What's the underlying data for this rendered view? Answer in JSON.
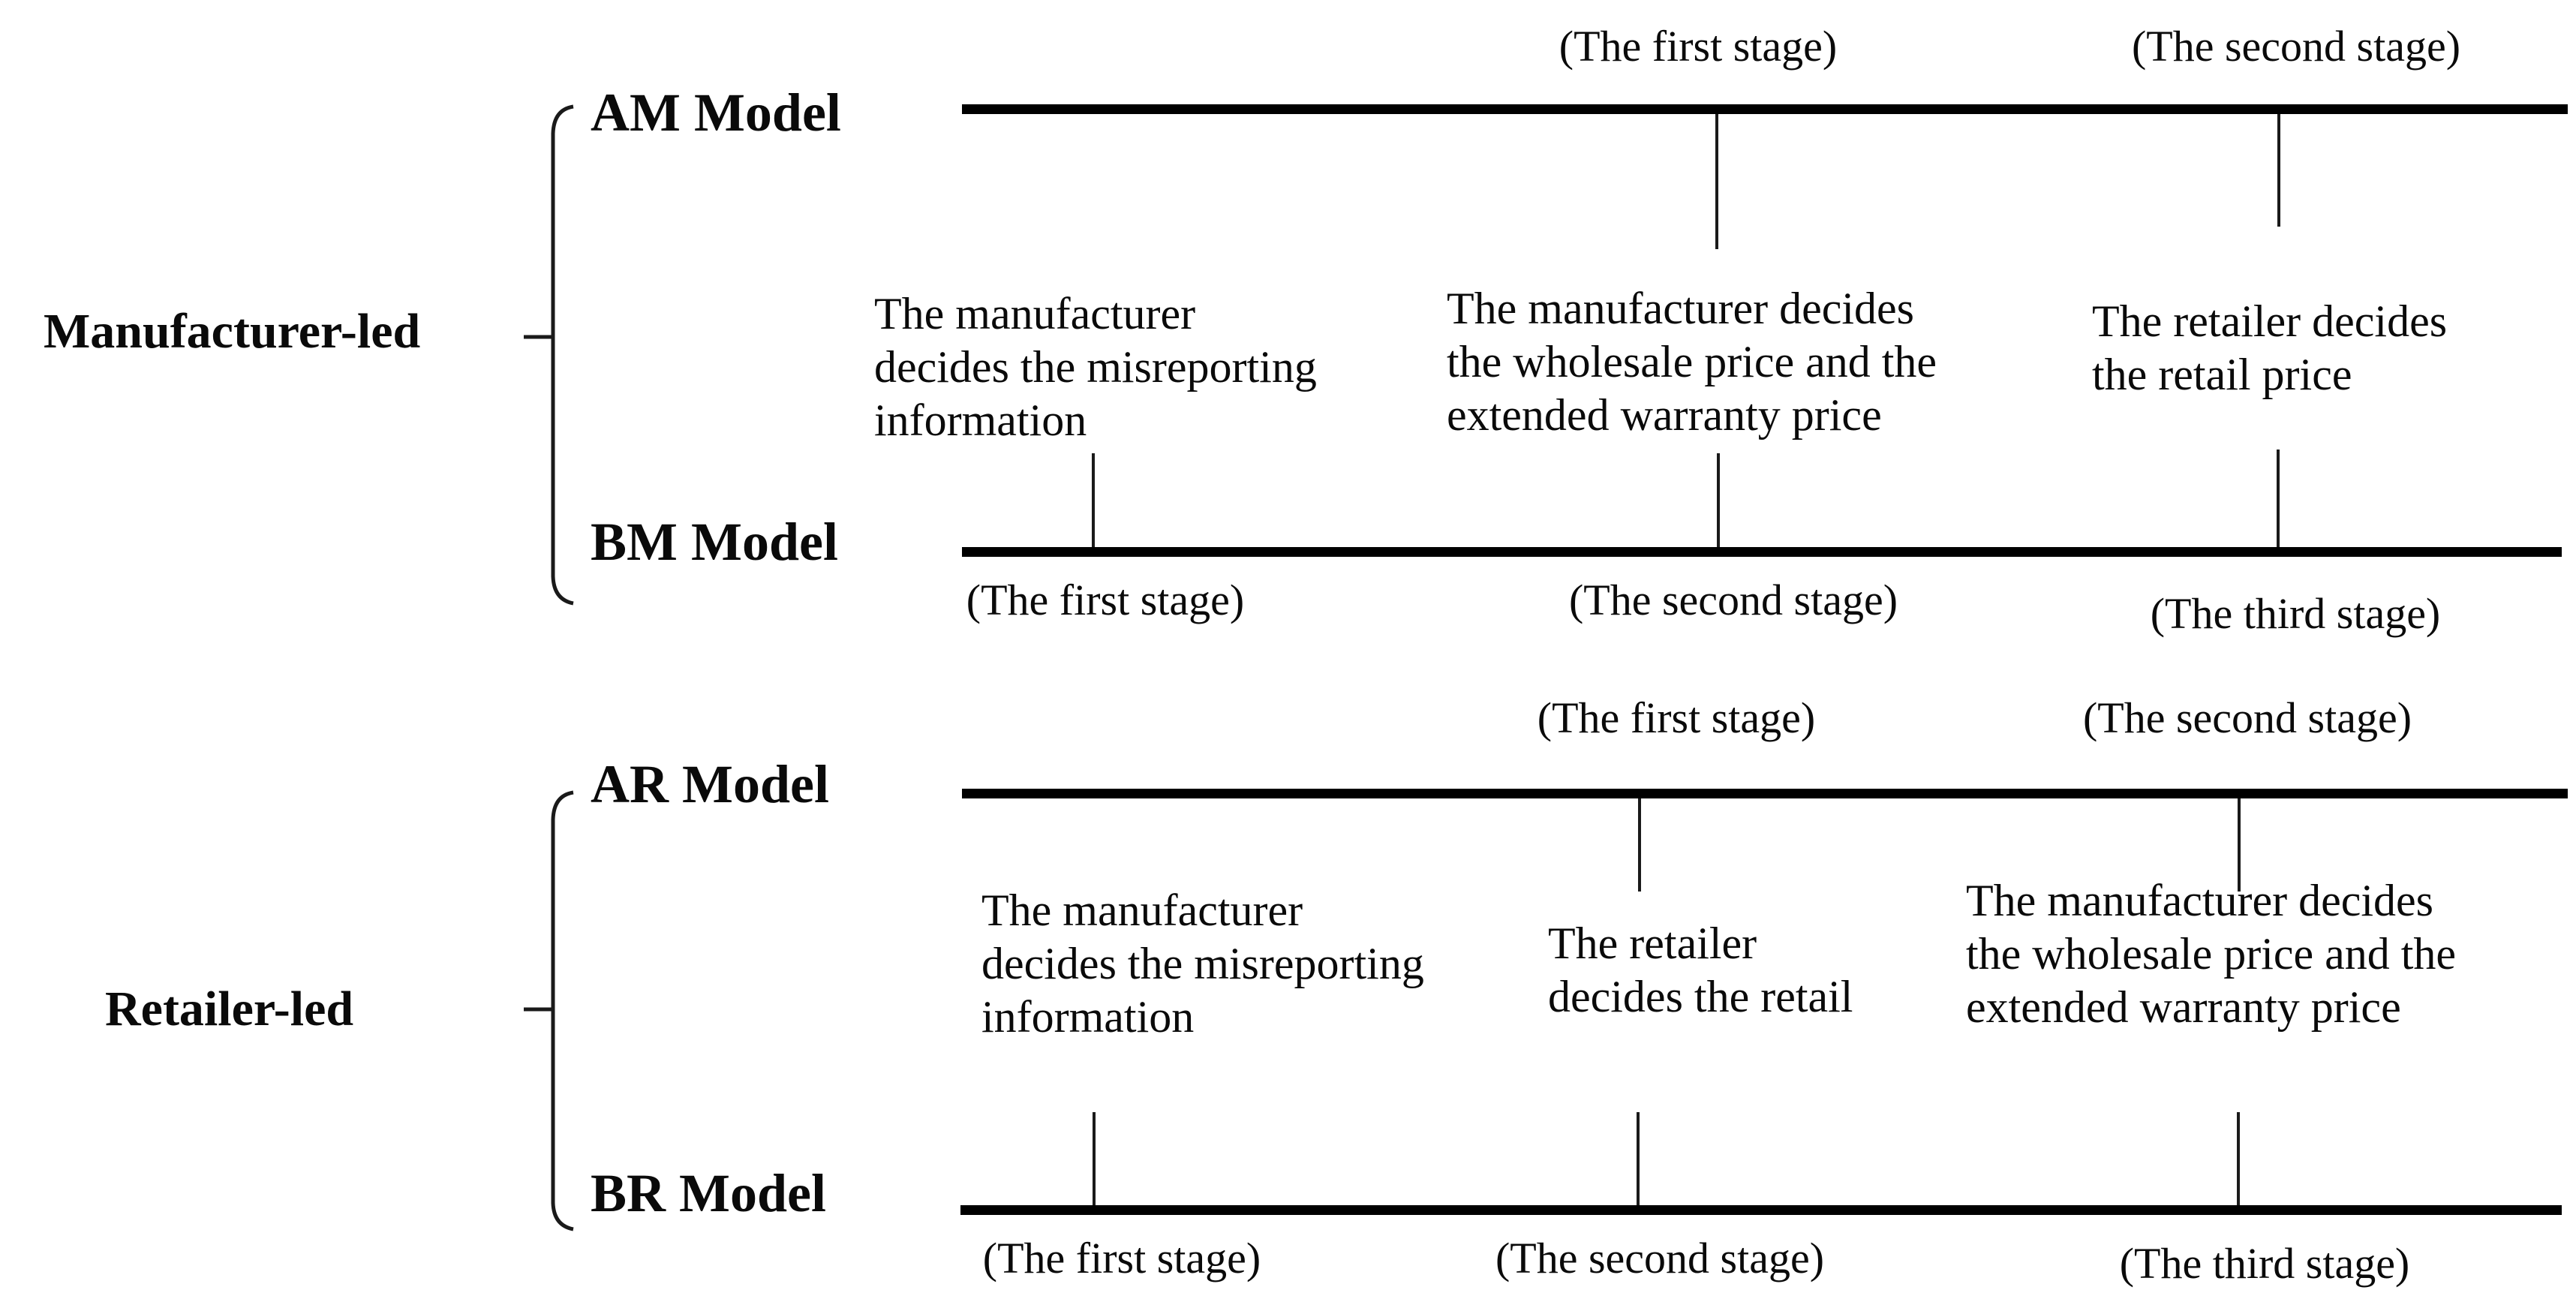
{
  "figure": {
    "background": "#ffffff",
    "ink_color": "#0a0a0a",
    "line_color": "#000000"
  },
  "sections": {
    "manufacturer": {
      "group_label": "Manufacturer-led",
      "models": {
        "top": "AM Model",
        "bottom": "BM Model"
      },
      "stages_above": [
        "(The first stage)",
        "(The second stage)"
      ],
      "stages_below": [
        "(The first stage)",
        "(The second stage)",
        "(The third stage)"
      ],
      "decisions": {
        "first": {
          "lines": [
            "The manufacturer",
            "decides the misreporting",
            "information"
          ]
        },
        "second": {
          "lines": [
            "The manufacturer decides",
            "the wholesale price and the",
            "extended warranty price"
          ]
        },
        "third": {
          "lines": [
            "The retailer decides",
            "the retail price"
          ]
        }
      }
    },
    "retailer": {
      "group_label": "Retailer-led",
      "models": {
        "top": "AR Model",
        "bottom": "BR Model"
      },
      "stages_above": [
        "(The first stage)",
        "(The second stage)"
      ],
      "stages_below": [
        "(The first stage)",
        "(The second stage)",
        "(The third stage)"
      ],
      "decisions": {
        "first": {
          "lines": [
            "The manufacturer",
            "decides the misreporting",
            "information"
          ]
        },
        "second": {
          "lines": [
            "The retailer",
            "decides the retail"
          ]
        },
        "third": {
          "lines": [
            "The manufacturer decides",
            "the wholesale price and the",
            "extended warranty price"
          ]
        }
      }
    }
  }
}
